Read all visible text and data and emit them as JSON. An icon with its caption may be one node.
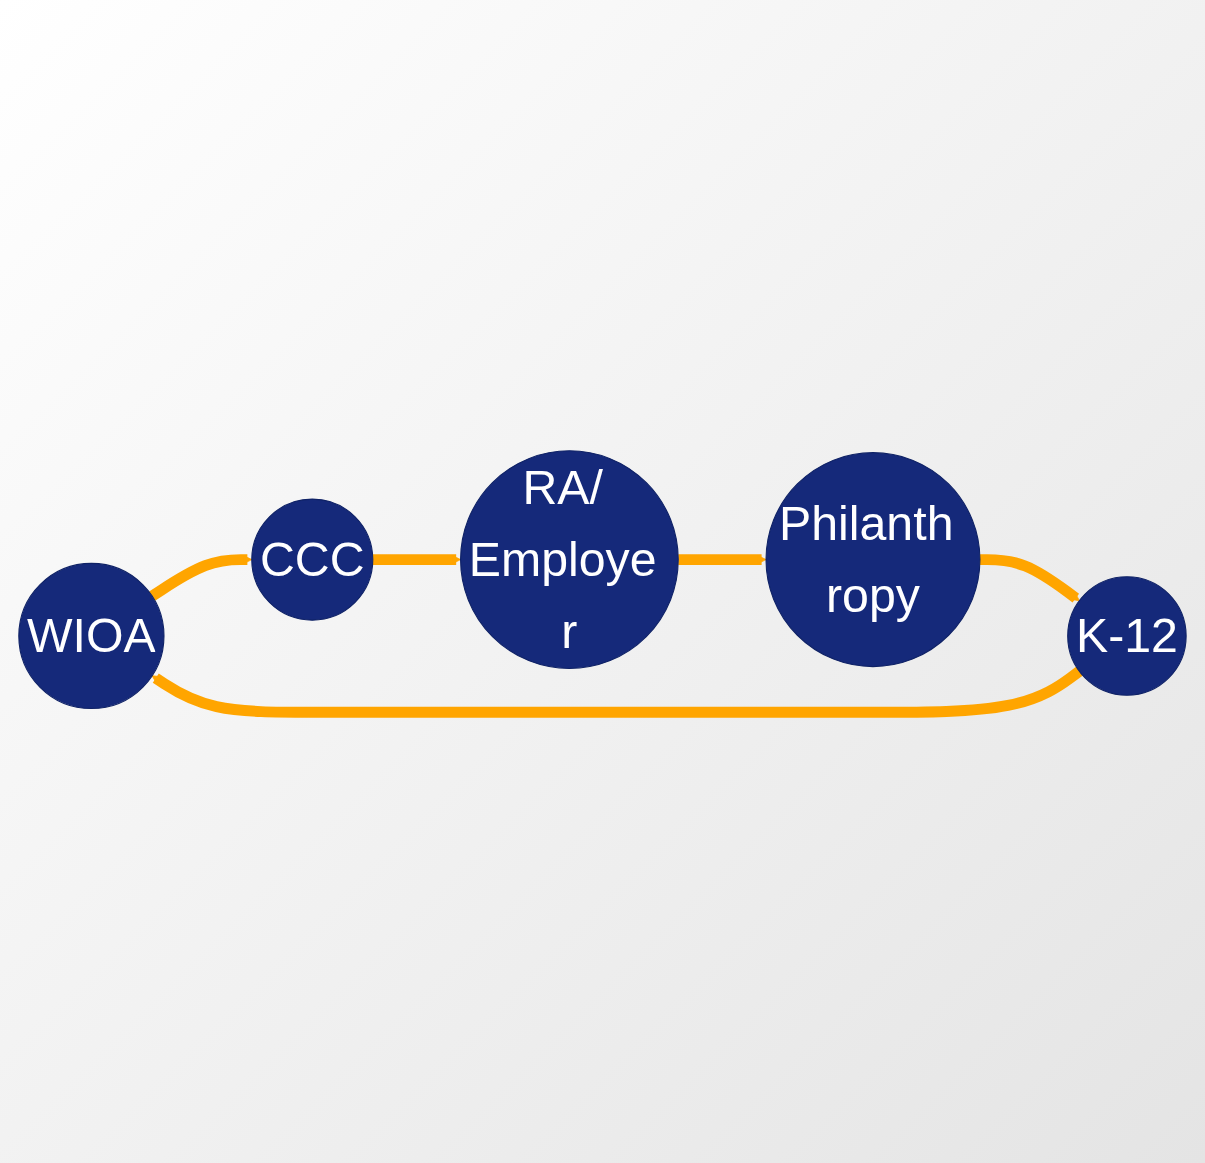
{
  "diagram": {
    "nodes": [
      {
        "text": [
          "WIOA"
        ]
      },
      {
        "text": [
          "CCC"
        ]
      },
      {
        "text": [
          "RA/ Employe r"
        ]
      },
      {
        "text": [
          "Philanth ropy"
        ]
      },
      {
        "text": [
          "K-12"
        ]
      }
    ],
    "edges": [
      {
        "from": 0,
        "to": 1,
        "arrow": "to"
      },
      {
        "from": 1,
        "to": 2,
        "arrow": "to"
      },
      {
        "from": 2,
        "to": 3,
        "arrow": "to"
      },
      {
        "from": 3,
        "to": 4,
        "arrow": "to"
      },
      {
        "from": 4,
        "to": 0,
        "arrow": "to"
      }
    ]
  }
}
